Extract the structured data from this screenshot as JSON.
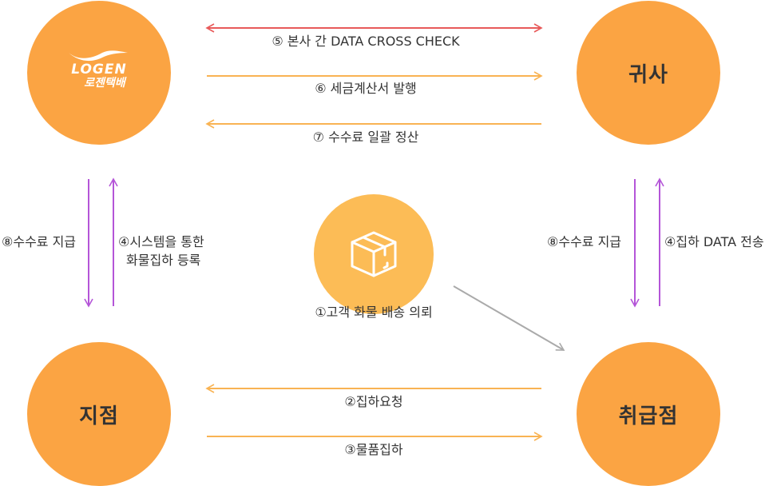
{
  "nodes": {
    "logen": {
      "logo_en": "LOGEN",
      "logo_ko": "로젠택배"
    },
    "company": "귀사",
    "branch": "지점",
    "agency": "취급점"
  },
  "flows": {
    "f5": "⑤ 본사 간 DATA CROSS CHECK",
    "f6": "⑥ 세금계산서 발행",
    "f7": "⑦ 수수료 일괄 정산",
    "f8_left": "⑧수수료 지급",
    "f4_left_1": "④시스템을 통한",
    "f4_left_2": "화물집하 등록",
    "f8_right": "⑧수수료 지급",
    "f4_right": "④집하 DATA 전송",
    "f1": "①고객 화물 배송 의뢰",
    "f2": "②집하요청",
    "f3": "③물품집하"
  },
  "colors": {
    "circle": "#fba443",
    "box_circle": "#fcbc56",
    "red_arrow": "#e85a5a",
    "orange_arrow": "#f9b353",
    "purple_arrow": "#b455d8",
    "gray_arrow": "#aaaaaa"
  }
}
